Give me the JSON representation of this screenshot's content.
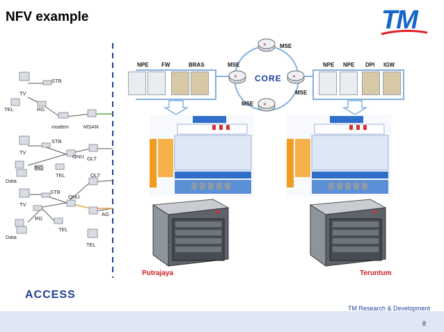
{
  "title": "NFV example",
  "logo": {
    "text": "TM",
    "color": "#1466c8",
    "swoosh_color": "#e31b23"
  },
  "core": {
    "label": "CORE",
    "mse_labels": [
      "MSE",
      "MSE",
      "MSE",
      "MSE"
    ]
  },
  "vnf_groups": {
    "left": [
      "NPE",
      "FW",
      "BRAS"
    ],
    "right": [
      "NPE",
      "NPE",
      "DPI",
      "IGW"
    ]
  },
  "access": {
    "heading": "ACCESS",
    "labels": {
      "stb1": "STB",
      "tv1": "TV",
      "tel1": "TEL",
      "rg1": "RG",
      "modem": "modem",
      "msan": "MSAN",
      "stb2": "STB",
      "tv2": "TV",
      "onu1": "ONU",
      "olt1": "OLT",
      "rg2": "RG",
      "tel2": "TEL",
      "data1": "Data",
      "olt2": "OLT",
      "stb3": "STB",
      "tv3": "TV",
      "onu2": "ONU",
      "ag": "AG",
      "rg3": "RG",
      "tel3": "TEL",
      "data2": "Data",
      "tel4": "TEL"
    }
  },
  "sites": {
    "left": "Putrajaya",
    "right": "Teruntum"
  },
  "footer": {
    "org": "TM Research & Development",
    "page": "8"
  },
  "icons": [
    "router-icon",
    "server-icon",
    "vnf-box-icon",
    "tv-icon",
    "computer-icon",
    "phone-icon",
    "modem-icon"
  ]
}
